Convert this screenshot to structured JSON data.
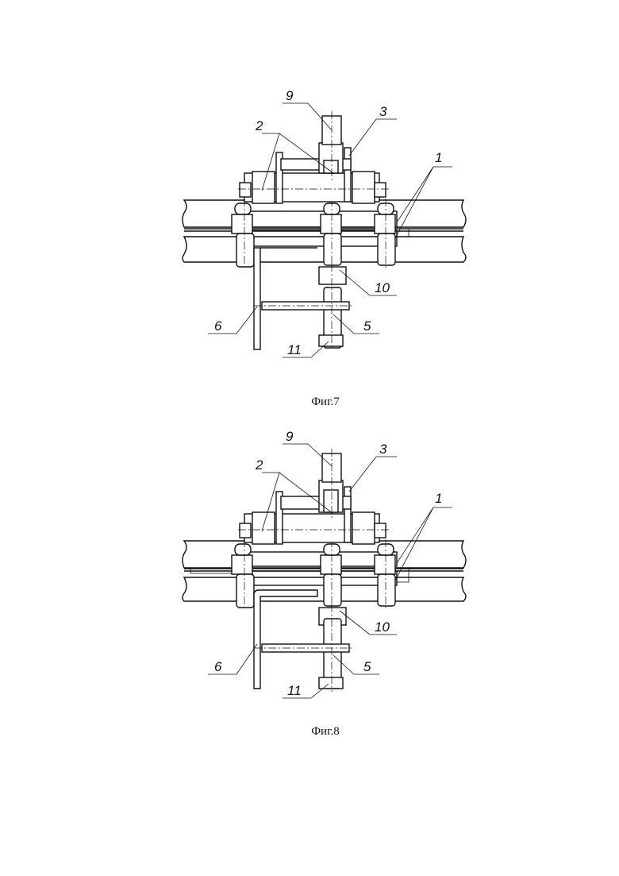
{
  "figures": [
    {
      "caption": "Фиг.7",
      "labels": {
        "l1": "1",
        "l2": "2",
        "l3": "3",
        "l5": "5",
        "l6": "6",
        "l9": "9",
        "l10": "10",
        "l11": "11"
      }
    },
    {
      "caption": "Фиг.8",
      "labels": {
        "l1": "1",
        "l2": "2",
        "l3": "3",
        "l5": "5",
        "l6": "6",
        "l9": "9",
        "l10": "10",
        "l11": "11"
      }
    }
  ]
}
